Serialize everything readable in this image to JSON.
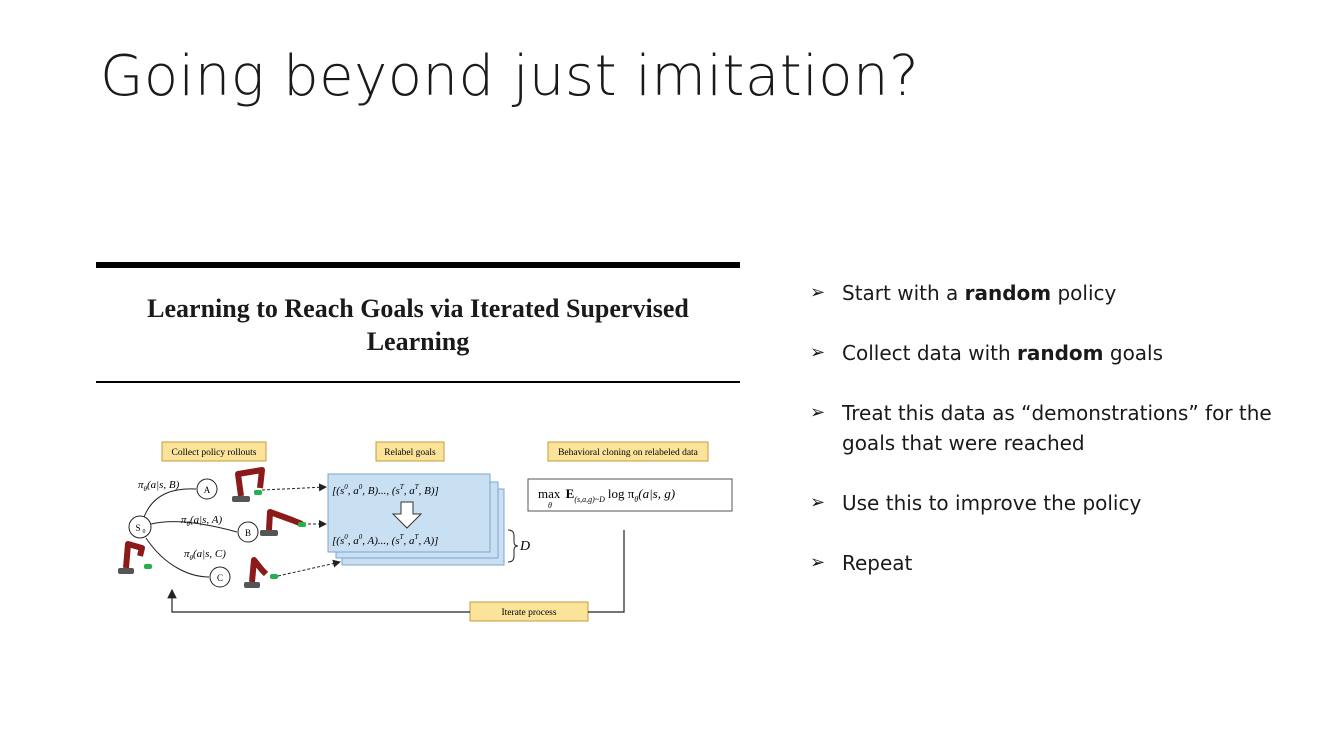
{
  "slide": {
    "title": "Going beyond just imitation?"
  },
  "paper": {
    "title_line1": "Learning to Reach Goals via Iterated Supervised",
    "title_line2": "Learning"
  },
  "diagram": {
    "boxes": {
      "collect": "Collect policy rollouts",
      "relabel": "Relabel goals",
      "behavioral": "Behavioral cloning on relabeled data",
      "iterate": "Iterate process"
    },
    "nodes": {
      "start": "S",
      "start_sub": "0",
      "a": "A",
      "b": "B",
      "c": "C"
    },
    "policy_labels": {
      "b": "π",
      "b_args": "(a|s, B)",
      "a": "π",
      "a_args": "(a|s, A)",
      "c": "π",
      "c_args": "(a|s, C)",
      "theta": "θ"
    },
    "trajectories": {
      "top": "[(s",
      "top_rest": ", B)..., (s",
      "top_end": ", B)]",
      "bottom": "[(s",
      "bottom_rest": ", A)..., (s",
      "bottom_end": ", A)]",
      "sup0": "0",
      "supT": "T",
      "a": "a"
    },
    "dataset_label": "D",
    "objective": {
      "max": "max",
      "max_sub": "θ",
      "expect": "E",
      "expect_sub": "(s,a,g)~D",
      "log": "log π",
      "log_sub": "θ",
      "args": "(a|s, g)"
    }
  },
  "bullets": [
    {
      "pre": "Start with a ",
      "bold": "random",
      "post": " policy"
    },
    {
      "pre": "Collect data with ",
      "bold": "random",
      "post": " goals"
    },
    {
      "pre": "Treat this data as “demonstrations” for the goals that were reached",
      "bold": "",
      "post": ""
    },
    {
      "pre": "Use this to improve the policy",
      "bold": "",
      "post": ""
    },
    {
      "pre": "Repeat",
      "bold": "",
      "post": ""
    }
  ],
  "icons": {
    "bullet": "arrowhead-bullet-icon",
    "bullet_glyph": "➢"
  },
  "colors": {
    "label_box_fill": "#fbe39a",
    "label_box_stroke": "#c79b3a",
    "trajectory_fill": "#c9dff2",
    "trajectory_stroke": "#7fa6cc",
    "robot_red": "#8b1a1a",
    "robot_base": "#555555",
    "goal_green": "#22b14c"
  }
}
